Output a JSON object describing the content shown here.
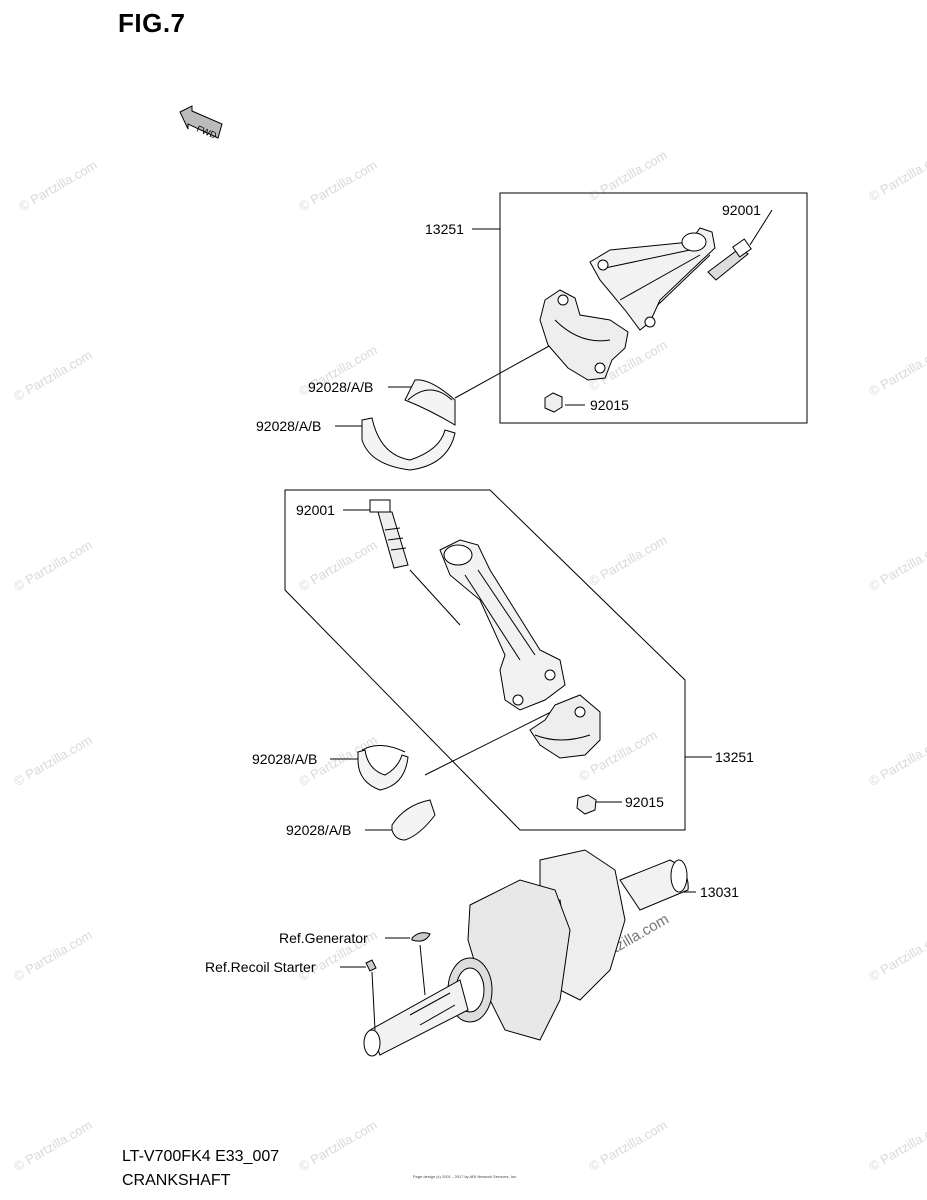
{
  "figure": {
    "title": "FIG.7",
    "fwd_marker": "FWD",
    "model_code": "LT-V700FK4 E33_007",
    "section_name": "CRANKSHAFT",
    "fine_print": "Page design (c) 2001 - 2017 by ARI Network Services, Inc."
  },
  "watermark": "© Partzilla.com",
  "callouts": {
    "upper_rod_assembly": "13251",
    "upper_bolt": "92001",
    "upper_nut": "92015",
    "upper_bearing_1": "92028/A/B",
    "upper_bearing_2": "92028/A/B",
    "lower_bolt": "92001",
    "lower_rod_assembly": "13251",
    "lower_nut": "92015",
    "lower_bearing_1": "92028/A/B",
    "lower_bearing_2": "92028/A/B",
    "crankshaft": "13031",
    "ref_generator": "Ref.Generator",
    "ref_recoil_starter": "Ref.Recoil Starter"
  }
}
